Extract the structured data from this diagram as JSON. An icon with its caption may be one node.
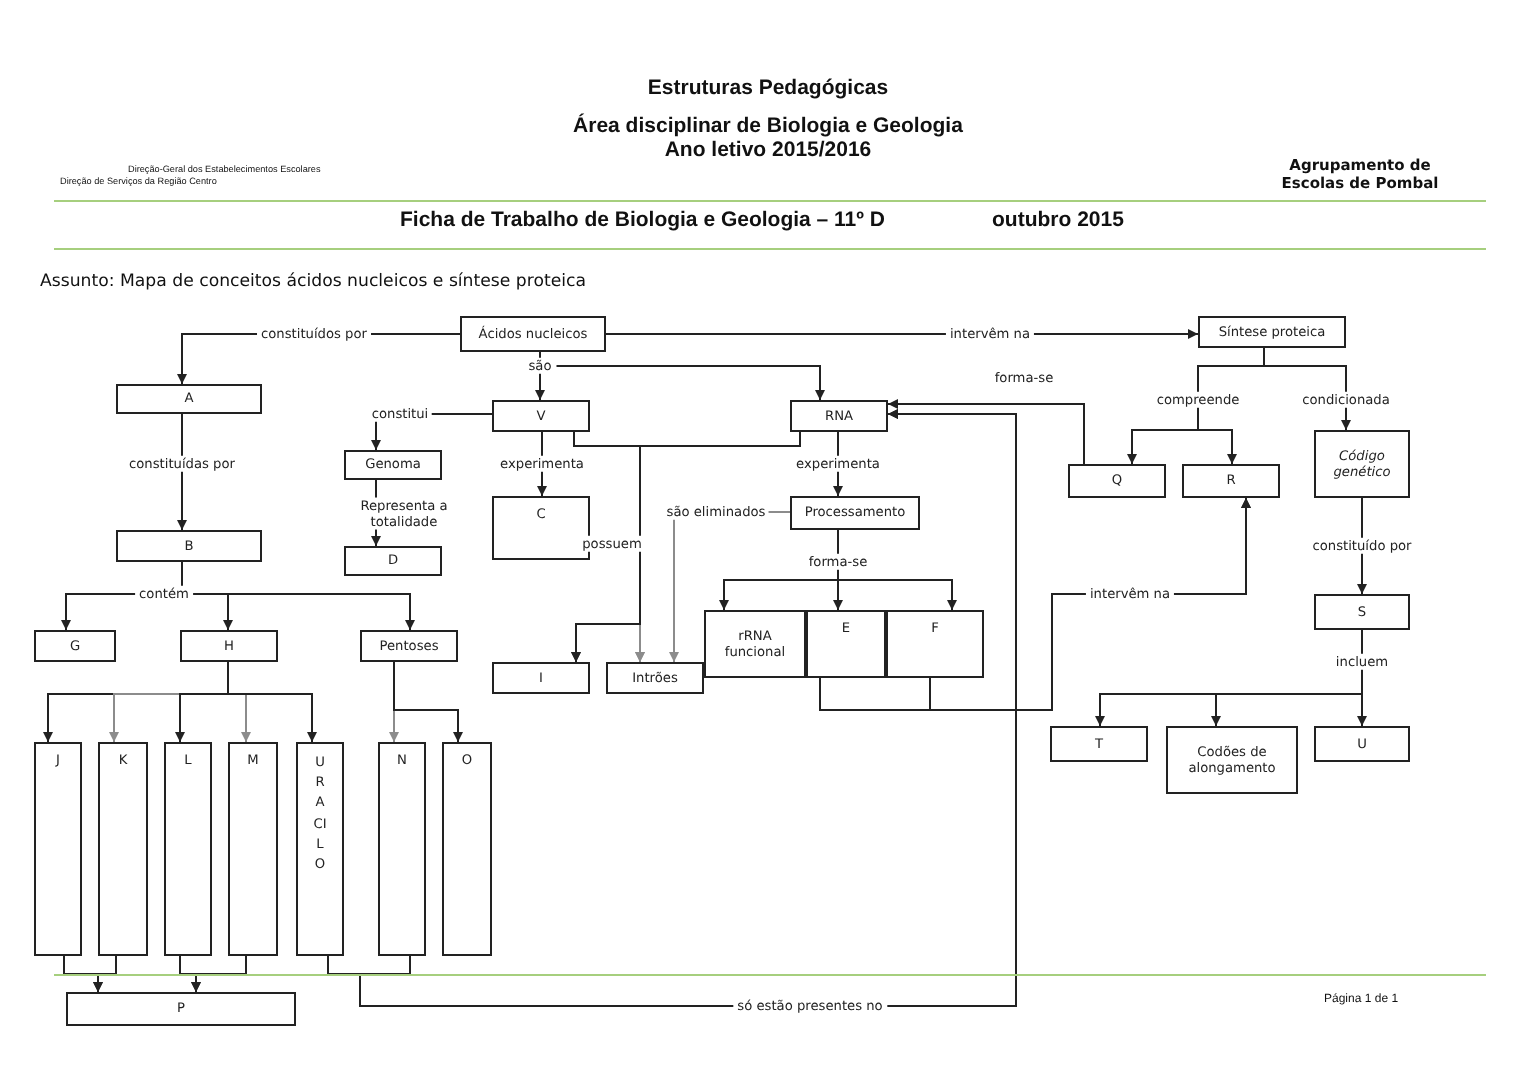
{
  "diagram": {
    "title": "Estruturas Pedagógicas",
    "nodes": [
      {
        "text": [
          "Ácidos nucleicos"
        ]
      },
      {
        "text": [
          "Síntese proteica"
        ]
      },
      {
        "text": [
          "A"
        ]
      },
      {
        "text": [
          "V"
        ]
      },
      {
        "text": [
          "RNA"
        ]
      },
      {
        "text": [
          "Q"
        ]
      },
      {
        "text": [
          "R"
        ]
      },
      {
        "text": [
          "Código genético"
        ]
      },
      {
        "text": [
          "Genoma"
        ]
      },
      {
        "text": [
          "C"
        ]
      },
      {
        "text": [
          "Processamento"
        ]
      },
      {
        "text": [
          "D"
        ]
      },
      {
        "text": [
          "B"
        ]
      },
      {
        "text": [
          "S"
        ]
      },
      {
        "text": [
          "G"
        ]
      },
      {
        "text": [
          "H"
        ]
      },
      {
        "text": [
          "Pentoses"
        ]
      },
      {
        "text": [
          "I"
        ]
      },
      {
        "text": [
          "Intrões"
        ]
      },
      {
        "text": [
          "rRNA funcional"
        ]
      },
      {
        "text": [
          "E"
        ]
      },
      {
        "text": [
          "F"
        ]
      },
      {
        "text": [
          "T"
        ]
      },
      {
        "text": [
          "Codões de alongamento"
        ]
      },
      {
        "text": [
          "U"
        ]
      },
      {
        "text": [
          "J"
        ]
      },
      {
        "text": [
          "K"
        ]
      },
      {
        "text": [
          "L"
        ]
      },
      {
        "text": [
          "M"
        ]
      },
      {
        "text": [
          "URACILO"
        ]
      },
      {
        "text": [
          "N"
        ]
      },
      {
        "text": [
          "O"
        ]
      },
      {
        "text": [
          "P"
        ]
      }
    ],
    "edges": [
      {
        "from": 0,
        "to": 2,
        "arrow": "to",
        "label": "constituídos por"
      },
      {
        "from": 0,
        "to": 1,
        "arrow": "to",
        "label": "intervêm na"
      },
      {
        "from": 0,
        "to": 3,
        "arrow": "to",
        "label": "são"
      },
      {
        "from": 0,
        "to": 4,
        "arrow": "to"
      },
      {
        "from": 3,
        "to": 8,
        "arrow": "to",
        "label": "constitui"
      },
      {
        "from": 3,
        "to": 9,
        "arrow": "to",
        "label": "experimenta"
      },
      {
        "from": 8,
        "to": 11,
        "arrow": "to",
        "label": "Representa a totalidade"
      },
      {
        "from": 3,
        "to": 18,
        "arrow": "to",
        "label": "possuem",
        "color": "#8c8c8c"
      },
      {
        "from": 3,
        "to": 17,
        "arrow": "to"
      },
      {
        "from": 4,
        "to": 18,
        "arrow": "to",
        "color": "#8c8c8c"
      },
      {
        "from": 4,
        "to": 17,
        "arrow": "to"
      },
      {
        "from": 10,
        "to": 18,
        "arrow": "to",
        "label": "são eliminados",
        "color": "#8c8c8c"
      },
      {
        "from": 4,
        "to": 10,
        "arrow": "to",
        "label": "experimenta"
      },
      {
        "from": 10,
        "to": 19,
        "arrow": "to",
        "label": "forma-se"
      },
      {
        "from": 10,
        "to": 20,
        "arrow": "to"
      },
      {
        "from": 10,
        "to": 21,
        "arrow": "to"
      },
      {
        "from": 5,
        "to": 4,
        "arrow": "to",
        "label": "forma-se"
      },
      {
        "from": 1,
        "to": 5,
        "arrow": "to",
        "label": "compreende"
      },
      {
        "from": 1,
        "to": 6,
        "arrow": "to"
      },
      {
        "from": 1,
        "to": 7,
        "arrow": "to",
        "label": "condicionada"
      },
      {
        "from": 7,
        "to": 13,
        "arrow": "to",
        "label": "constituído por"
      },
      {
        "from": 13,
        "to": 22,
        "arrow": "to",
        "label": "incluem"
      },
      {
        "from": 13,
        "to": 23,
        "arrow": "to"
      },
      {
        "from": 13,
        "to": 24,
        "arrow": "to"
      },
      {
        "from": 20,
        "to": 6,
        "arrow": "to",
        "label": "intervêm na"
      },
      {
        "from": 21,
        "to": 6,
        "arrow": "to"
      },
      {
        "from": 2,
        "to": 12,
        "arrow": "to",
        "label": "constituídas por"
      },
      {
        "from": 12,
        "to": 14,
        "arrow": "to",
        "label": "contém"
      },
      {
        "from": 12,
        "to": 15,
        "arrow": "to"
      },
      {
        "from": 12,
        "to": 16,
        "arrow": "to"
      },
      {
        "from": 15,
        "to": 25,
        "arrow": "to"
      },
      {
        "from": 15,
        "to": 26,
        "arrow": "to",
        "color": "#8c8c8c"
      },
      {
        "from": 15,
        "to": 27,
        "arrow": "to"
      },
      {
        "from": 15,
        "to": 28,
        "arrow": "to",
        "color": "#8c8c8c"
      },
      {
        "from": 15,
        "to": 29,
        "arrow": "to"
      },
      {
        "from": 16,
        "to": 30,
        "arrow": "to",
        "color": "#8c8c8c"
      },
      {
        "from": 16,
        "to": 31,
        "arrow": "to"
      },
      {
        "from": 25,
        "to": 32,
        "arrow": "to"
      },
      {
        "from": 26,
        "to": 32,
        "arrow": "to"
      },
      {
        "from": 27,
        "to": 32,
        "arrow": "to"
      },
      {
        "from": 28,
        "to": 32,
        "arrow": "to"
      },
      {
        "from": 29,
        "to": 4,
        "arrow": "to",
        "label": "só estão presentes no"
      },
      {
        "from": 30,
        "to": 4,
        "arrow": "to"
      }
    ],
    "labels": [
      "Área disciplinar de Biologia e Geologia",
      "Ano letivo 2015/2016",
      "Direção-Geral dos Estabelecimentos Escolares",
      "Direção de Serviços da Região Centro",
      "Agrupamento de Escolas de Pombal",
      "Ficha de Trabalho de Biologia e Geologia – 11º D",
      "outubro 2015",
      "Assunto: Mapa de conceitos ácidos nucleicos e síntese proteica",
      "Página 1 de 1"
    ]
  }
}
